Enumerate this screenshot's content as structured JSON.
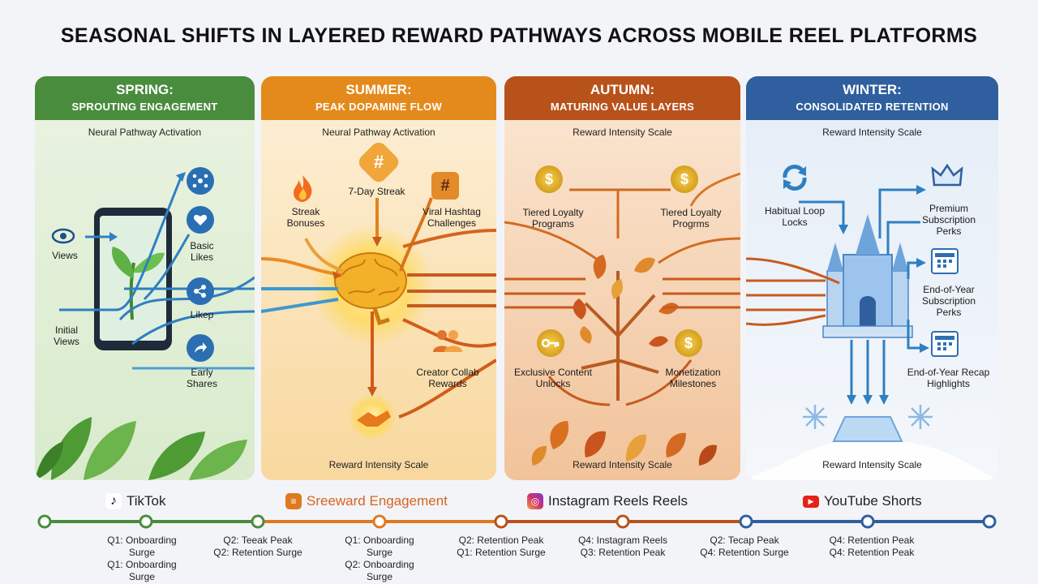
{
  "title": "SEASONAL SHIFTS IN LAYERED REWARD PATHWAYS ACROSS MOBILE REEL PLATFORMS",
  "panels": {
    "spring": {
      "season": "SPRING:",
      "subtitle": "SPROUTING ENGAGEMENT",
      "caption": "Neural Pathway Activation",
      "labels": {
        "views": "Views",
        "initial_views": "Initial Views",
        "basic_likes": "Basic Likes",
        "likep": "Likep",
        "early_shares": "Early Shares"
      },
      "color": "#4a8c3e"
    },
    "summer": {
      "season": "SUMMER:",
      "subtitle": "PEAK DOPAMINE FLOW",
      "caption": "Neural Pathway Activation",
      "footer": "Reward Intensity Scale",
      "labels": {
        "streak_bonuses": "Streak Bonuses",
        "seven_day": "7-Day Streak",
        "viral_hashtag": "Viral Hashtag Challenges",
        "creator_collab": "Creator Collab Rewards"
      },
      "color": "#e48a1c"
    },
    "autumn": {
      "season": "AUTUMN:",
      "subtitle": "MATURING VALUE LAYERS",
      "caption": "Reward Intensity Scale",
      "footer": "Reward Intensity Scale",
      "labels": {
        "tiered_1": "Tiered Loyalty Programs",
        "tiered_2": "Tiered Loyalty Progrms",
        "exclusive": "Exclusive Content Unlocks",
        "monetization": "Monetization Milestones"
      },
      "color": "#b8521b"
    },
    "winter": {
      "season": "WINTER:",
      "subtitle": "CONSOLIDATED RETENTION",
      "caption": "Reward Intensity Scale",
      "footer": "Reward Intensity Scale",
      "labels": {
        "habitual": "Habitual Loop Locks",
        "premium": "Premium Subscription Perks",
        "eoy_sub": "End-of-Year Subscription Perks",
        "eoy_recap": "End-of-Year Recap Highlights"
      },
      "color": "#2f5f9e"
    }
  },
  "platforms": [
    {
      "name": "TikTok",
      "icon": "tiktok-icon"
    },
    {
      "name": "Sreeward Engagement",
      "icon": "reward-icon"
    },
    {
      "name": "Instagram Reels Reels",
      "icon": "instagram-icon"
    },
    {
      "name": "YouTube Shorts",
      "icon": "youtube-icon"
    }
  ],
  "timeline": [
    {
      "line1": "Q1: Onboarding Surge",
      "line2": "Q1: Onboarding Surge"
    },
    {
      "line1": "Q2: Teeak Peak",
      "line2": "Q2: Retention Surge"
    },
    {
      "line1": "Q1: Onboarding Surge",
      "line2": "Q2: Onboarding Surge"
    },
    {
      "line1": "Q2: Retention Peak",
      "line2": "Q1: Retention Surge"
    },
    {
      "line1": "Q4: Instagram Reels",
      "line2": "Q3: Retention Peak"
    },
    {
      "line1": "Q2: Tecap Peak",
      "line2": "Q4: Retention Surge"
    },
    {
      "line1": "Q4: Retention Peak",
      "line2": "Q4: Retention Peak"
    }
  ],
  "colors": {
    "spring": "#4a8c3e",
    "summer": "#e48a1c",
    "autumn": "#b8521b",
    "winter": "#2f5f9e",
    "blue_arrow": "#2f7fc1"
  }
}
